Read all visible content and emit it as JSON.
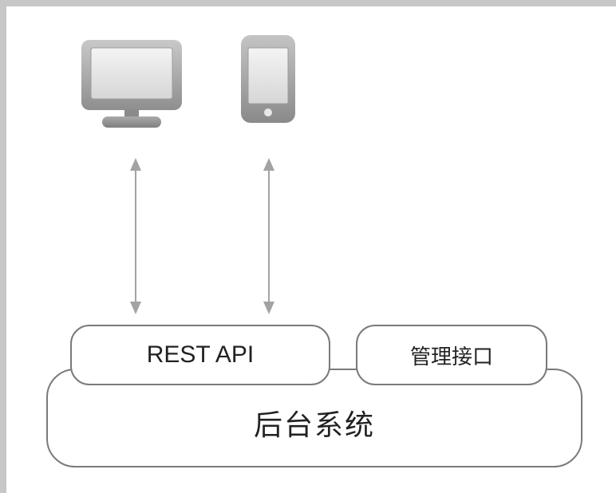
{
  "clients": {
    "desktop_icon": "desktop-monitor",
    "mobile_icon": "mobile-phone"
  },
  "interfaces": {
    "rest_api_label": "REST API",
    "management_label": "管理接口"
  },
  "backend": {
    "label": "后台系统"
  },
  "colors": {
    "border": "#7a7a7a",
    "frame": "#c7c7c7",
    "arrow": "#a3a3a3",
    "icon_gray": "#9a9a9a"
  }
}
